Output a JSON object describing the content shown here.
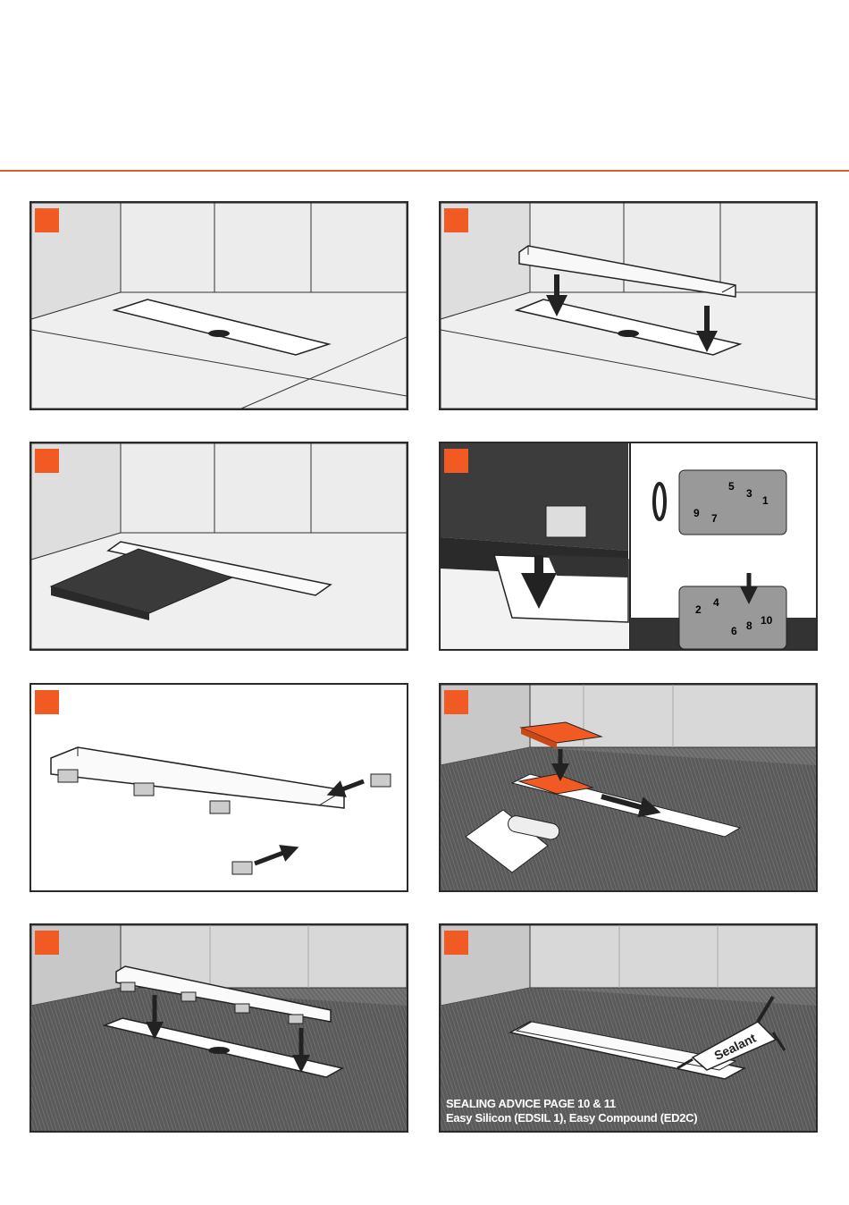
{
  "colors": {
    "accent": "#f15a22",
    "rule": "#e05a2b",
    "border": "#2a2a2a",
    "dark_tile": "#555555"
  },
  "steps": [
    {
      "id": 1,
      "icon": "floor-drain-recess"
    },
    {
      "id": 2,
      "icon": "drain-frame-lowering"
    },
    {
      "id": 3,
      "icon": "floor-tile-placement"
    },
    {
      "id": 4,
      "icon": "height-clip-adjustment",
      "clip_numbers_top": [
        "5",
        "3",
        "1",
        "9",
        "7"
      ],
      "clip_numbers_bottom": [
        "2",
        "4",
        "6",
        "8",
        "10"
      ],
      "small_clip_numbers": [
        "2",
        "4",
        "6",
        "8",
        "10"
      ]
    },
    {
      "id": 5,
      "icon": "clips-attachment"
    },
    {
      "id": 6,
      "icon": "adhesive-tile-spreading"
    },
    {
      "id": 7,
      "icon": "frame-into-tiled-floor"
    },
    {
      "id": 8,
      "icon": "sealant-gun",
      "sealant_label": "Sealant",
      "advice_line1": "SEALING ADVICE PAGE 10 & 11",
      "advice_line2": "Easy Silicon (EDSIL 1), Easy Compound (ED2C)"
    }
  ]
}
